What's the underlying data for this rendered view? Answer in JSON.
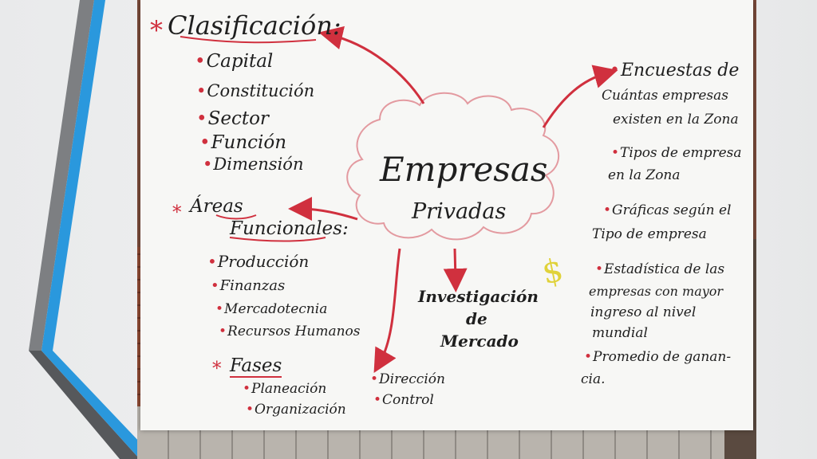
{
  "poster": {
    "center": {
      "line1": "Empresas",
      "line2": "Privadas"
    },
    "clasificacion": {
      "marker": "*",
      "heading": "Clasificación:",
      "items": [
        "Capital",
        "Constitución",
        "Sector",
        "Función",
        "Dimensión"
      ]
    },
    "areas": {
      "marker": "*",
      "heading_line1": "Áreas",
      "heading_line2": "Funcionales:",
      "items": [
        "Producción",
        "Finanzas",
        "Mercadotecnia",
        "Recursos Humanos"
      ]
    },
    "fases": {
      "marker": "*",
      "heading": "Fases",
      "left_items": [
        "Planeación",
        "Organización"
      ],
      "right_items": [
        "Dirección",
        "Control"
      ]
    },
    "investigacion": {
      "line1": "Investigación",
      "line2": "de",
      "line3": "Mercado"
    },
    "encuestas": {
      "items": [
        [
          "Encuestas de",
          "Cuántas empresas",
          "existen en la Zona"
        ],
        [
          "Tipos de empresa",
          "en la Zona"
        ],
        [
          "Gráficas según el",
          "Tipo de empresa"
        ],
        [
          "Estadística de las",
          "empresas con mayor",
          "ingreso al nivel",
          "mundial"
        ],
        [
          "Promedio de ganan-",
          "cia."
        ]
      ]
    },
    "dollar_sign": "$"
  },
  "colors": {
    "accent_blue": "#1f8fd6",
    "ink_red": "#d0303e",
    "ink_black": "#1f1f1f",
    "highlighter_yellow": "#e0d23a"
  }
}
